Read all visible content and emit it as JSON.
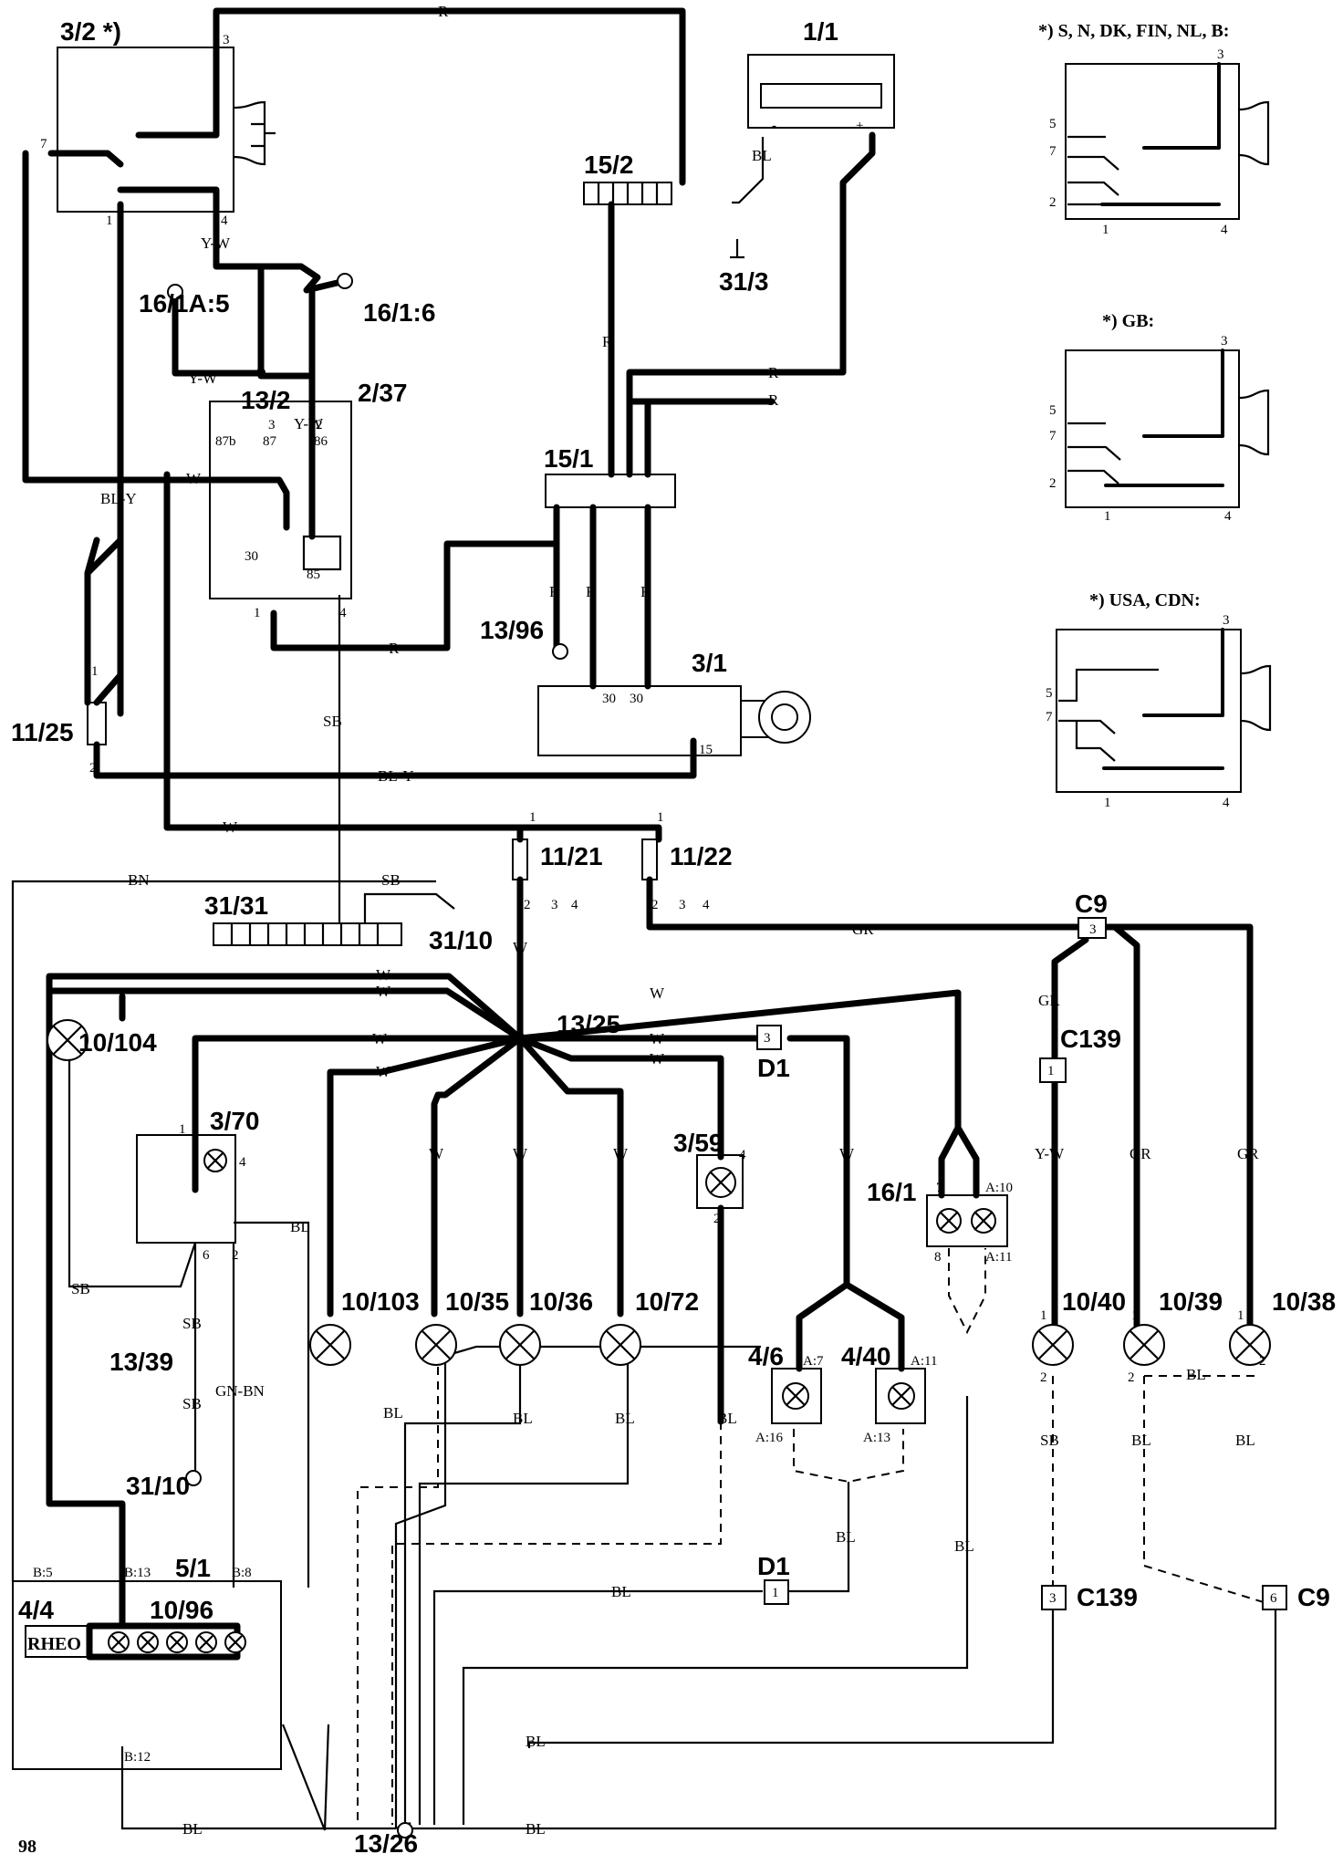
{
  "page_number": "98",
  "components": {
    "c3_2": "3/2 *)",
    "c1_1": "1/1",
    "c15_2": "15/2",
    "c31_3": "31/3",
    "c16_1A5": "16/1A:5",
    "c16_1_6": "16/1:6",
    "c13_2": "13/2",
    "c2_37": "2/37",
    "c15_1": "15/1",
    "c13_96": "13/96",
    "c3_1": "3/1",
    "c11_25": "11/25",
    "c11_21": "11/21",
    "c11_22": "11/22",
    "c31_31": "31/31",
    "c31_10a": "31/10",
    "c13_25": "13/25",
    "c10_104": "10/104",
    "c3_70": "3/70",
    "d1_top": "D1",
    "c3_59": "3/59",
    "c16_1": "16/1",
    "c9_top": "C9",
    "c139_top": "C139",
    "c10_103": "10/103",
    "c10_35": "10/35",
    "c10_36": "10/36",
    "c10_72": "10/72",
    "c4_6": "4/6",
    "c4_40": "4/40",
    "c10_40": "10/40",
    "c10_39": "10/39",
    "c10_38": "10/38",
    "c13_39": "13/39",
    "c31_10b": "31/10",
    "c5_1": "5/1",
    "c10_96": "10/96",
    "c4_4": "4/4",
    "rheo": "RHEO",
    "d1_bot": "D1",
    "c139_bot": "C139",
    "c9_bot": "C9",
    "c13_26": "13/26"
  },
  "variants": {
    "v1_title": "*) S, N, DK, FIN, NL, B:",
    "v2_title": "*) GB:",
    "v3_title": "*) USA, CDN:"
  },
  "wire_colors": {
    "R": "R",
    "BL": "BL",
    "YW": "Y-W",
    "W": "W",
    "BLY": "BL-Y",
    "SB": "SB",
    "BN": "BN",
    "GR": "GR",
    "GNBN": "GN-BN"
  },
  "pins": {
    "p3": "3",
    "p7": "7",
    "p1": "1",
    "p4": "4",
    "p2": "2",
    "p5": "5",
    "p6": "6",
    "p8": "8",
    "p87b": "87b",
    "p87": "87",
    "p86": "86",
    "p30": "30",
    "p85": "85",
    "p15": "15",
    "pA7": "A:7",
    "pA11": "A:11",
    "pA10": "A:10",
    "pA16": "A:16",
    "pA13": "A:13",
    "pB5": "B:5",
    "pB13": "B:13",
    "pB8": "B:8",
    "pB12": "B:12",
    "minus": "-",
    "plus": "+"
  }
}
